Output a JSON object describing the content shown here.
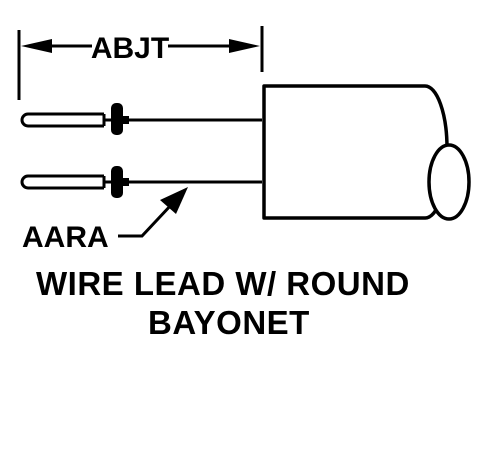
{
  "diagram": {
    "dimension_label": "ABJT",
    "lead_label": "AARA",
    "title_line_1": "WIRE LEAD W/ ROUND",
    "title_line_2": "BAYONET",
    "stroke_color": "#000000",
    "background_color": "#ffffff"
  }
}
